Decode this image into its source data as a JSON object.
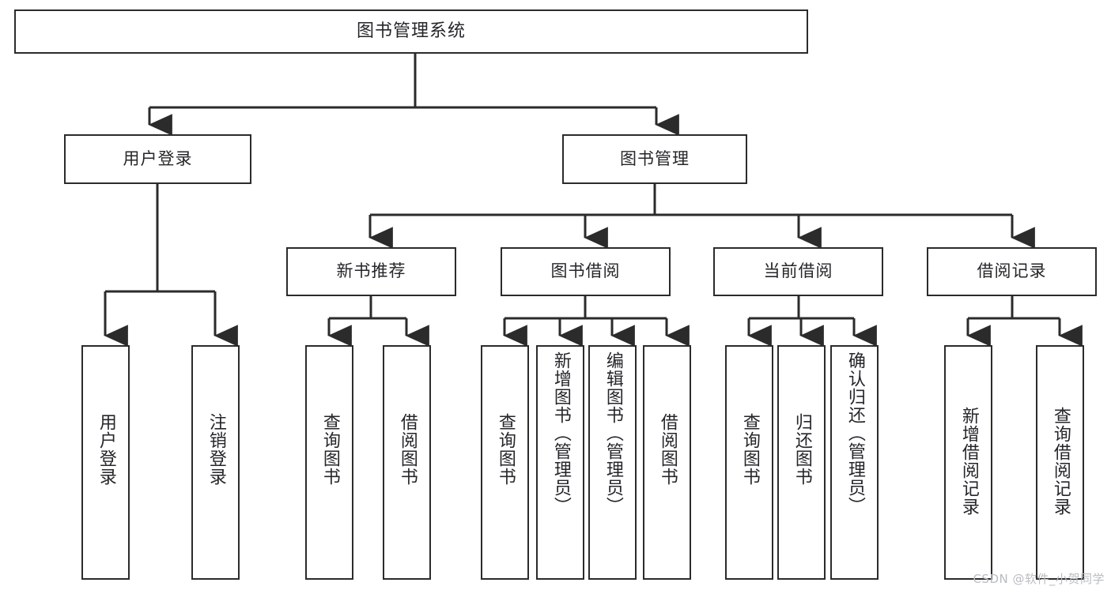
{
  "diagram": {
    "type": "tree",
    "title": "图书管理系统",
    "root": {
      "label": "图书管理系统"
    },
    "level2": [
      {
        "label": "用户登录"
      },
      {
        "label": "图书管理"
      }
    ],
    "level3": [
      {
        "label": "新书推荐"
      },
      {
        "label": "图书借阅"
      },
      {
        "label": "当前借阅"
      },
      {
        "label": "借阅记录"
      }
    ],
    "leaves": {
      "user_login": [
        {
          "label": "用户登录"
        },
        {
          "label": "注销登录"
        }
      ],
      "new_book_recommend": [
        {
          "label": "查询图书"
        },
        {
          "label": "借阅图书"
        }
      ],
      "book_borrow": [
        {
          "label": "查询图书"
        },
        {
          "label": "新增图书（管理员）"
        },
        {
          "label": "编辑图书（管理员）"
        },
        {
          "label": "借阅图书"
        }
      ],
      "current_borrow": [
        {
          "label": "查询图书"
        },
        {
          "label": "归还图书"
        },
        {
          "label": "确认归还（管理员）"
        }
      ],
      "borrow_record": [
        {
          "label": "新增借阅记录"
        },
        {
          "label": "查询借阅记录"
        }
      ]
    }
  },
  "watermark": {
    "text": "CSDN @软件_小贺同学"
  },
  "colors": {
    "border": "#2b2b2b",
    "text": "#26262a",
    "background": "#ffffff",
    "watermark": "#b9bcc2"
  }
}
